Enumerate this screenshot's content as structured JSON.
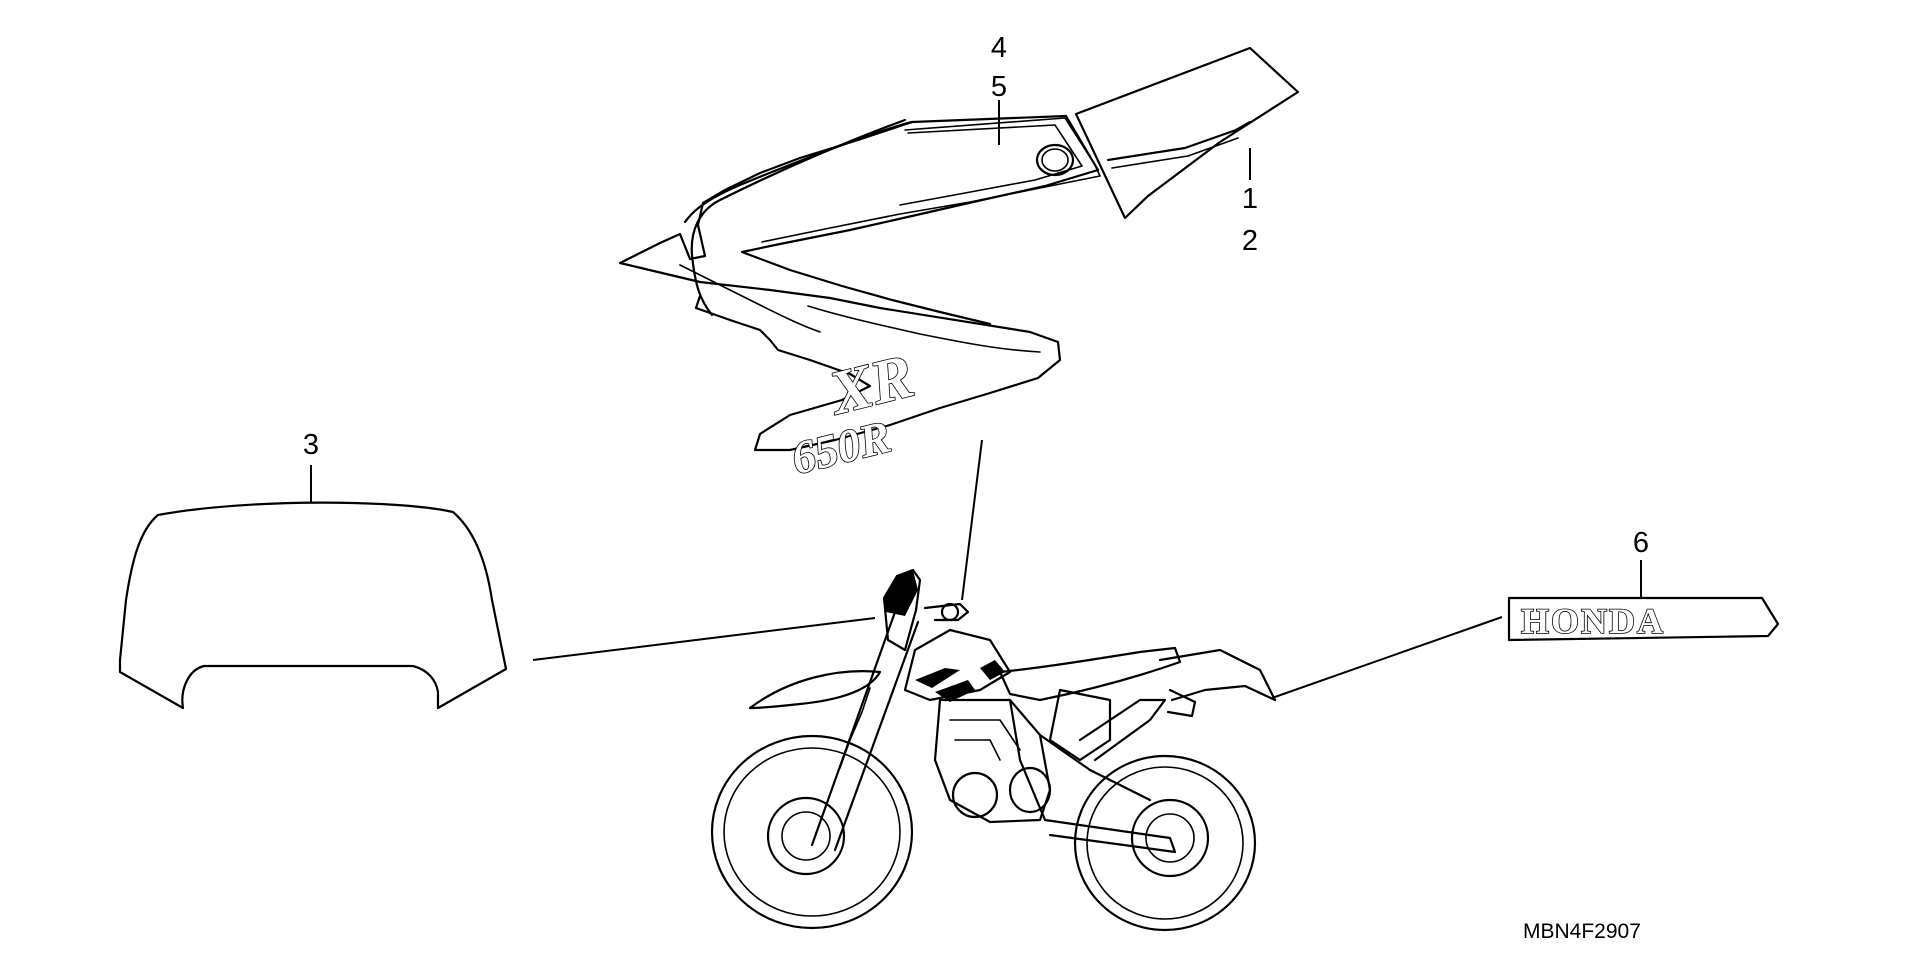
{
  "callouts": {
    "c1": "1",
    "c2": "2",
    "c3": "3",
    "c4": "4",
    "c5": "5",
    "c6": "6"
  },
  "decals": {
    "model_top": "XR",
    "model_bottom": "650R",
    "brand": "HONDA"
  },
  "diagram_code": "MBN4F2907"
}
